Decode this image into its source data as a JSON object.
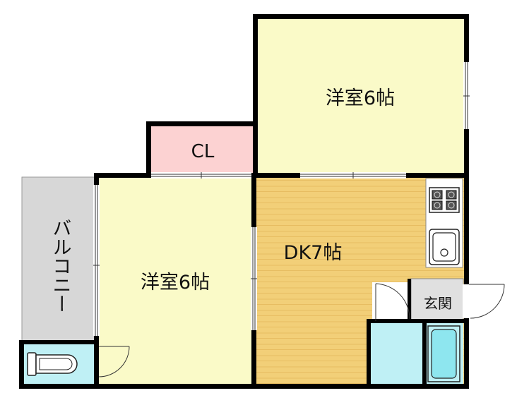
{
  "floor_plan": {
    "rooms": {
      "western_room_top": {
        "label": "洋室6帖"
      },
      "closet": {
        "label": "CL"
      },
      "western_room_left": {
        "label": "洋室6帖"
      },
      "dining_kitchen": {
        "label": "DK7帖"
      },
      "balcony": {
        "label": "バルコニー"
      },
      "entrance": {
        "label": "玄関"
      }
    },
    "colors": {
      "western_room": "#fafac8",
      "closet": "#fcd2d2",
      "dining_kitchen": "#f2cf78",
      "dk_stripe": "#e7bd62",
      "balcony": "#d7d7d7",
      "wet_area": "#bff0f5",
      "bathtub": "#8ee6ef",
      "entrance": "#e0e0e0",
      "wall": "#000000"
    },
    "fixtures": [
      "stove-icon",
      "kitchen-sink-icon",
      "toilet-icon",
      "bathtub-icon"
    ]
  }
}
